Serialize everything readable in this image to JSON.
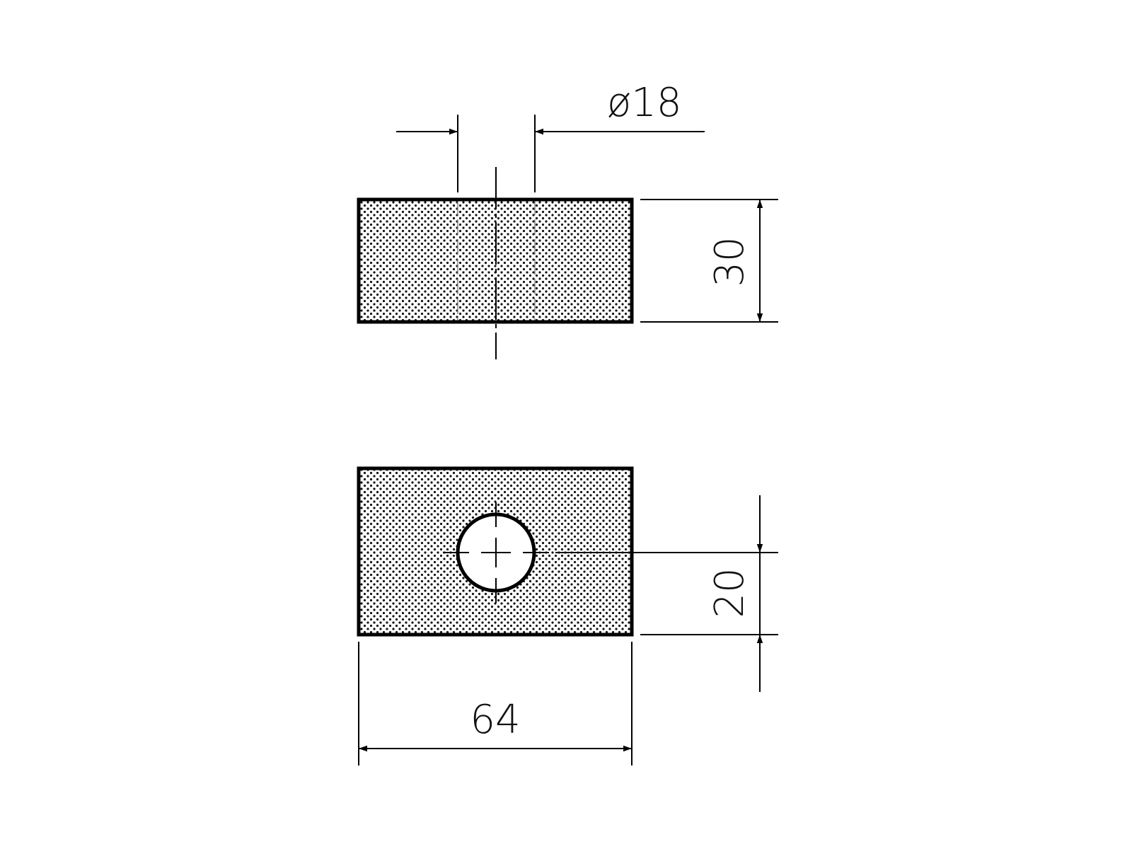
{
  "drawing": {
    "type": "technical-drawing",
    "views": [
      {
        "name": "front-view",
        "description": "Block side view with hidden through-hole lines and centerline"
      },
      {
        "name": "top-view",
        "description": "Block top view with circular through-hole and center marks"
      }
    ],
    "hatch": "dot-pattern",
    "colors": {
      "line": "#000000",
      "background": "#ffffff",
      "dot": "#111111"
    }
  },
  "dimensions": {
    "hole_diameter": {
      "label": "ø18",
      "value": 18
    },
    "height": {
      "label": "30",
      "value": 30
    },
    "hole_offset": {
      "label": "20",
      "value": 20
    },
    "width": {
      "label": "64",
      "value": 64
    }
  }
}
